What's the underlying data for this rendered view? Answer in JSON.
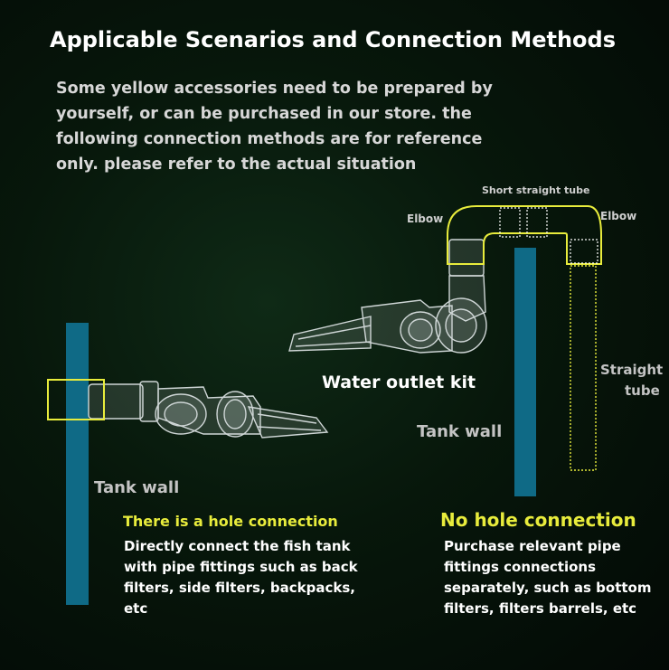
{
  "header": {
    "title": "Applicable Scenarios and Connection Methods",
    "intro_lines": [
      "Some yellow accessories need to be prepared by",
      "yourself, or can be purchased in our store. the",
      "following connection methods are for reference",
      "only. please refer to the actual situation"
    ]
  },
  "diagram_labels": {
    "short_straight_tube": "Short straight tube",
    "elbow_left": "Elbow",
    "elbow_right": "Elbow",
    "straight_tube_line1": "Straight",
    "straight_tube_line2": "tube",
    "water_outlet_kit": "Water outlet kit",
    "tank_wall_right": "Tank wall",
    "tank_wall_left": "Tank wall"
  },
  "left_section": {
    "heading": "There is a hole connection",
    "lines": [
      "Directly connect the fish tank",
      "with pipe fittings such as back",
      "filters, side filters, backpacks,",
      "etc"
    ]
  },
  "right_section": {
    "heading": "No hole connection",
    "lines": [
      "Purchase relevant pipe",
      "fittings connections",
      "separately, such as bottom",
      "filters, filters barrels, etc"
    ]
  },
  "colors": {
    "accent_yellow": "#e8ec3c",
    "tank_wall_blue": "#0f6a86",
    "background": "#07170b"
  }
}
